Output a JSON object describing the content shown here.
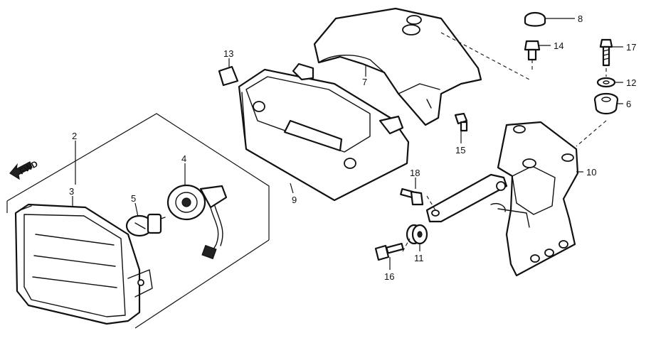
{
  "fwd_label": "FWD",
  "callouts": [
    {
      "id": "2",
      "text": "2"
    },
    {
      "id": "3",
      "text": "3"
    },
    {
      "id": "4",
      "text": "4"
    },
    {
      "id": "5",
      "text": "5"
    },
    {
      "id": "6",
      "text": "6"
    },
    {
      "id": "7",
      "text": "7"
    },
    {
      "id": "8",
      "text": "8"
    },
    {
      "id": "9",
      "text": "9"
    },
    {
      "id": "10",
      "text": "10"
    },
    {
      "id": "11",
      "text": "11"
    },
    {
      "id": "12",
      "text": "12"
    },
    {
      "id": "13",
      "text": "13"
    },
    {
      "id": "14",
      "text": "14"
    },
    {
      "id": "15",
      "text": "15"
    },
    {
      "id": "16",
      "text": "16"
    },
    {
      "id": "17",
      "text": "17"
    },
    {
      "id": "18",
      "text": "18"
    }
  ]
}
